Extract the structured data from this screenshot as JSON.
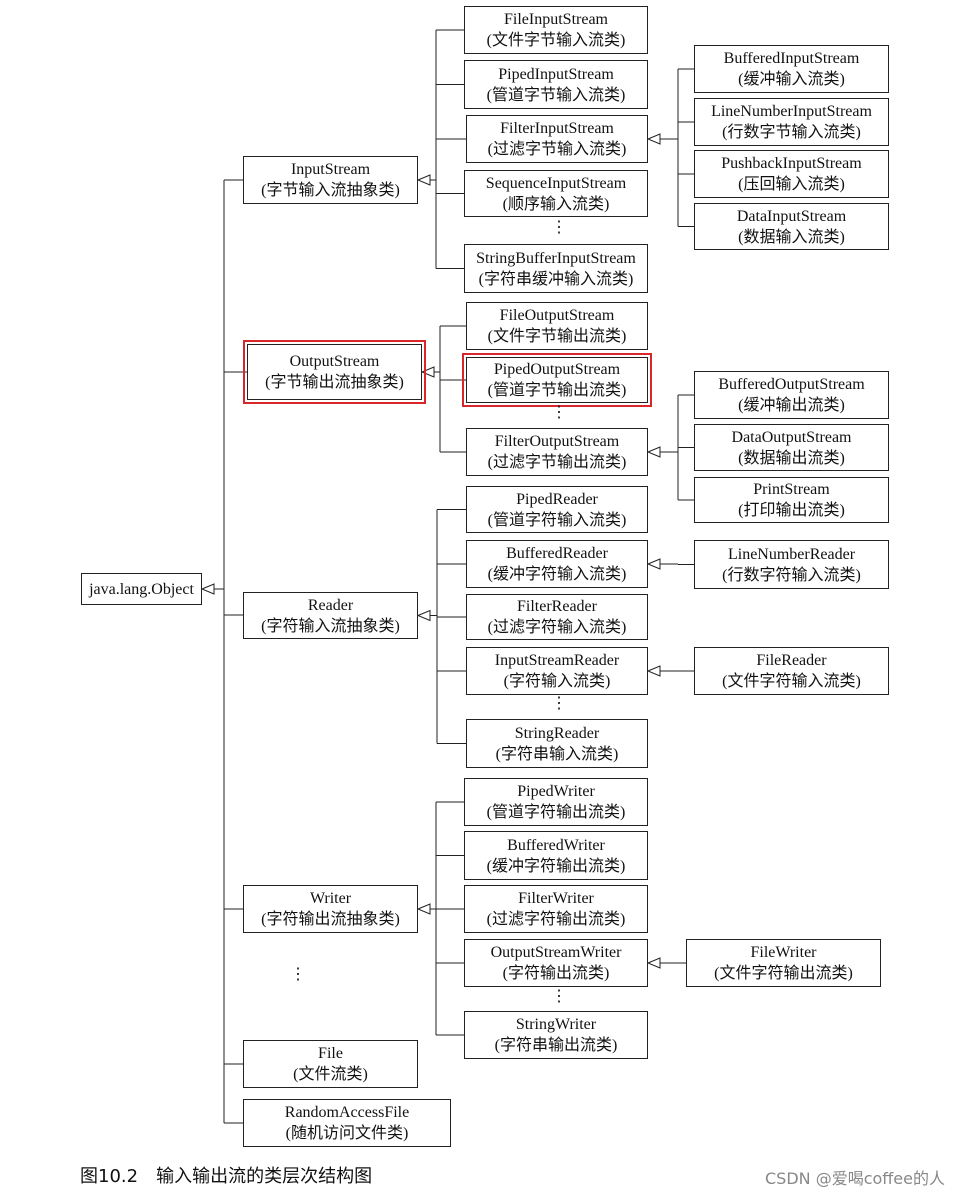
{
  "nodes": {
    "object": {
      "name": "java.lang.Object"
    },
    "inputstream": {
      "name": "InputStream",
      "desc": "(字节输入流抽象类)"
    },
    "outputstream": {
      "name": "OutputStream",
      "desc": "(字节输出流抽象类)"
    },
    "reader": {
      "name": "Reader",
      "desc": "(字符输入流抽象类)"
    },
    "writer": {
      "name": "Writer",
      "desc": "(字符输出流抽象类)"
    },
    "file": {
      "name": "File",
      "desc": "(文件流类)"
    },
    "randomaccessfile": {
      "name": "RandomAccessFile",
      "desc": "(随机访问文件类)"
    },
    "fileinputstream": {
      "name": "FileInputStream",
      "desc": "(文件字节输入流类)"
    },
    "pipedinputstream": {
      "name": "PipedInputStream",
      "desc": "(管道字节输入流类)"
    },
    "filterinputstream": {
      "name": "FilterInputStream",
      "desc": "(过滤字节输入流类)"
    },
    "sequenceinputstream": {
      "name": "SequenceInputStream",
      "desc": "(顺序输入流类)"
    },
    "stringbufferinputstream": {
      "name": "StringBufferInputStream",
      "desc": "(字符串缓冲输入流类)"
    },
    "bufferedinputstream": {
      "name": "BufferedInputStream",
      "desc": "(缓冲输入流类)"
    },
    "linenumberinputstream": {
      "name": "LineNumberInputStream",
      "desc": "(行数字节输入流类)"
    },
    "pushbackinputstream": {
      "name": "PushbackInputStream",
      "desc": "(压回输入流类)"
    },
    "datainputstream": {
      "name": "DataInputStream",
      "desc": "(数据输入流类)"
    },
    "fileoutputstream": {
      "name": "FileOutputStream",
      "desc": "(文件字节输出流类)"
    },
    "pipedoutputstream": {
      "name": "PipedOutputStream",
      "desc": "(管道字节输出流类)"
    },
    "filteroutputstream": {
      "name": "FilterOutputStream",
      "desc": "(过滤字节输出流类)"
    },
    "bufferedoutputstream": {
      "name": "BufferedOutputStream",
      "desc": "(缓冲输出流类)"
    },
    "dataoutputstream": {
      "name": "DataOutputStream",
      "desc": "(数据输出流类)"
    },
    "printstream": {
      "name": "PrintStream",
      "desc": "(打印输出流类)"
    },
    "pipedreader": {
      "name": "PipedReader",
      "desc": "(管道字符输入流类)"
    },
    "bufferedreader": {
      "name": "BufferedReader",
      "desc": "(缓冲字符输入流类)"
    },
    "filterreader": {
      "name": "FilterReader",
      "desc": "(过滤字符输入流类)"
    },
    "inputstreamreader": {
      "name": "InputStreamReader",
      "desc": "(字符输入流类)"
    },
    "stringreader": {
      "name": "StringReader",
      "desc": "(字符串输入流类)"
    },
    "linenumberreader": {
      "name": "LineNumberReader",
      "desc": "(行数字符输入流类)"
    },
    "filereader": {
      "name": "FileReader",
      "desc": "(文件字符输入流类)"
    },
    "pipedwriter": {
      "name": "PipedWriter",
      "desc": "(管道字符输出流类)"
    },
    "bufferedwriter": {
      "name": "BufferedWriter",
      "desc": "(缓冲字符输出流类)"
    },
    "filterwriter": {
      "name": "FilterWriter",
      "desc": "(过滤字符输出流类)"
    },
    "outputstreamwriter": {
      "name": "OutputStreamWriter",
      "desc": "(字符输出流类)"
    },
    "stringwriter": {
      "name": "StringWriter",
      "desc": "(字符串输出流类)"
    },
    "filewriter": {
      "name": "FileWriter",
      "desc": "(文件字符输出流类)"
    }
  },
  "highlighted": [
    "outputstream",
    "pipedoutputstream"
  ],
  "highlight_color": "#d9262b",
  "ellipsis": "⋮",
  "caption": {
    "number": "图10.2",
    "text": "输入输出流的类层次结构图"
  },
  "watermark": "CSDN @爱喝coffee的人"
}
